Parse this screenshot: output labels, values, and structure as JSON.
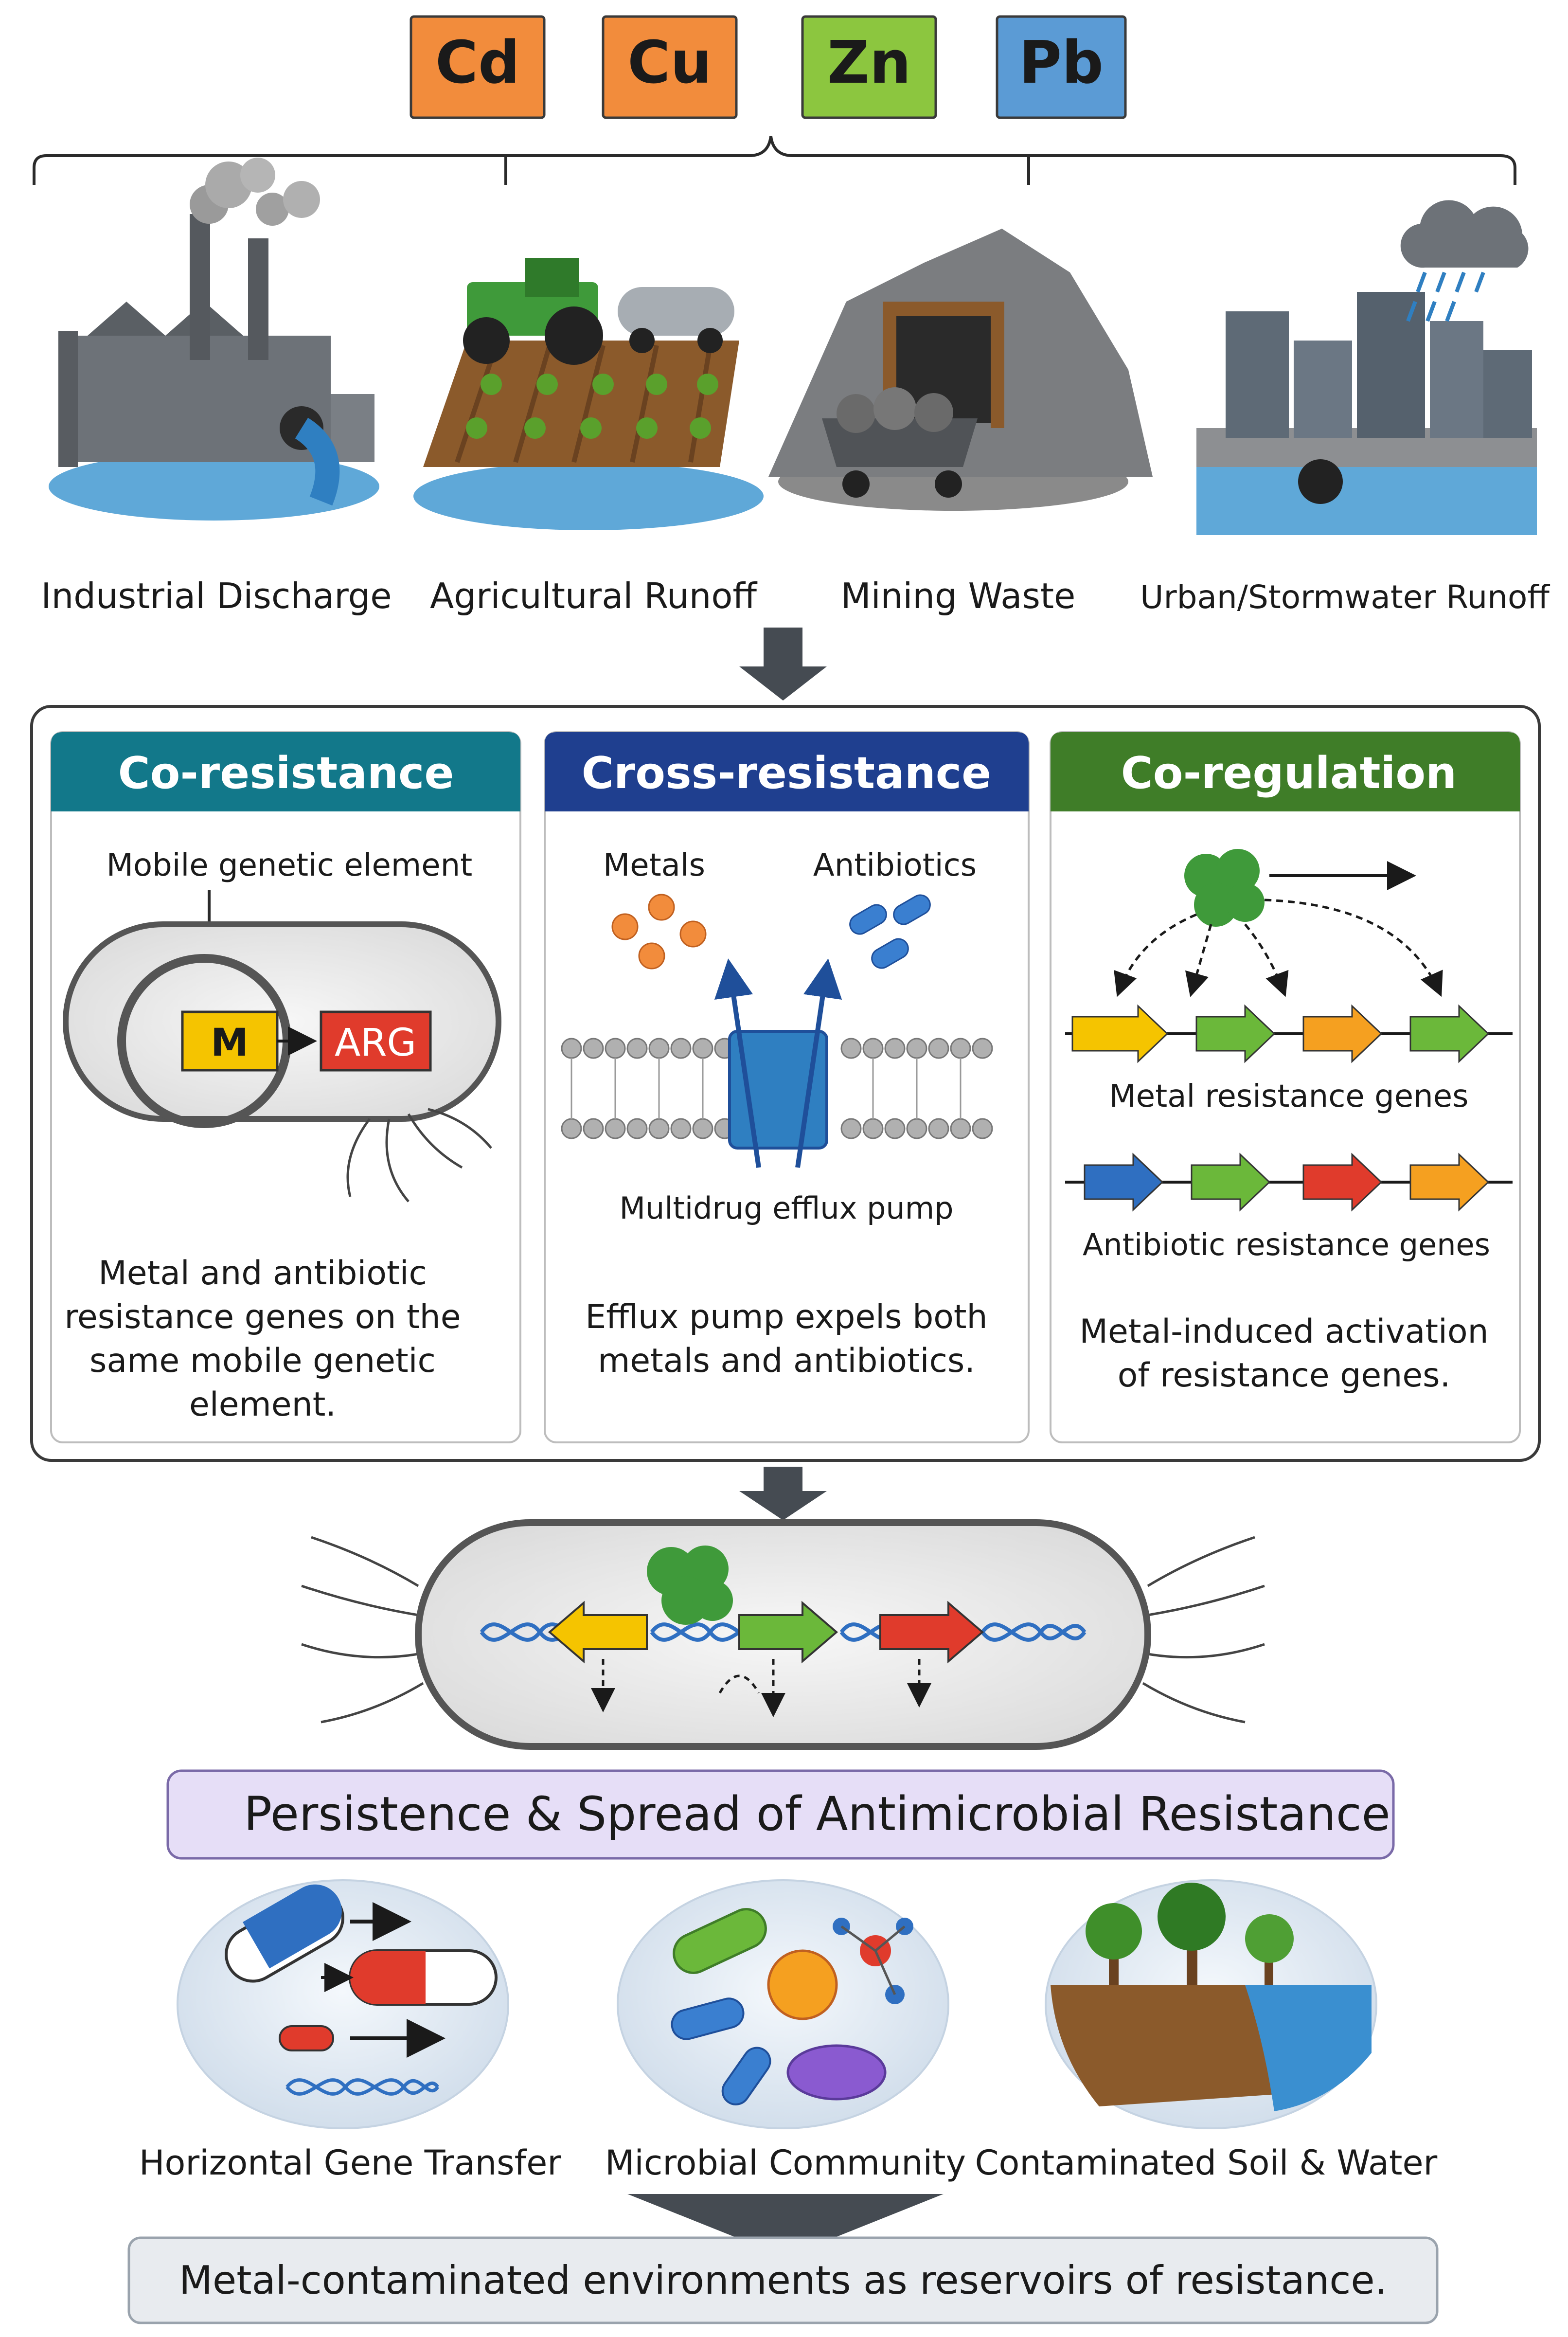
{
  "metals": [
    {
      "symbol": "Cd",
      "color": "#f28c3c"
    },
    {
      "symbol": "Cu",
      "color": "#f28c3c"
    },
    {
      "symbol": "Zn",
      "color": "#8cc63f"
    },
    {
      "symbol": "Pb",
      "color": "#5b9bd5"
    }
  ],
  "sources": [
    {
      "label": "Industrial Discharge"
    },
    {
      "label": "Agricultural Runoff"
    },
    {
      "label": "Mining Waste"
    },
    {
      "label": "Urban/Stormwater Runoff"
    }
  ],
  "mechanisms": {
    "co_resistance": {
      "title": "Co-resistance",
      "header_color": "#12788a",
      "element_label": "Mobile genetic element",
      "gene_m": "M",
      "gene_arg": "ARG",
      "description": [
        "Metal and antibiotic",
        "resistance genes on the",
        "same mobile genetic",
        "element."
      ]
    },
    "cross_resistance": {
      "title": "Cross-resistance",
      "header_color": "#1f3f8f",
      "metals_label": "Metals",
      "antibiotics_label": "Antibiotics",
      "pump_label": "Multidrug efflux pump",
      "description": [
        "Efflux pump expels both",
        "metals and antibiotics."
      ]
    },
    "co_regulation": {
      "title": "Co-regulation",
      "header_color": "#3f7d28",
      "metal_genes_label": "Metal resistance genes",
      "antibiotic_genes_label": "Antibiotic resistance genes",
      "description": [
        "Metal-induced activation",
        "of resistance genes."
      ]
    }
  },
  "persistence_title": "Persistence & Spread of Antimicrobial Resistance",
  "outcomes": [
    {
      "label": "Horizontal Gene Transfer"
    },
    {
      "label": "Microbial Community"
    },
    {
      "label": "Contaminated Soil & Water"
    }
  ],
  "conclusion": "Metal-contaminated environments as reservoirs of resistance."
}
